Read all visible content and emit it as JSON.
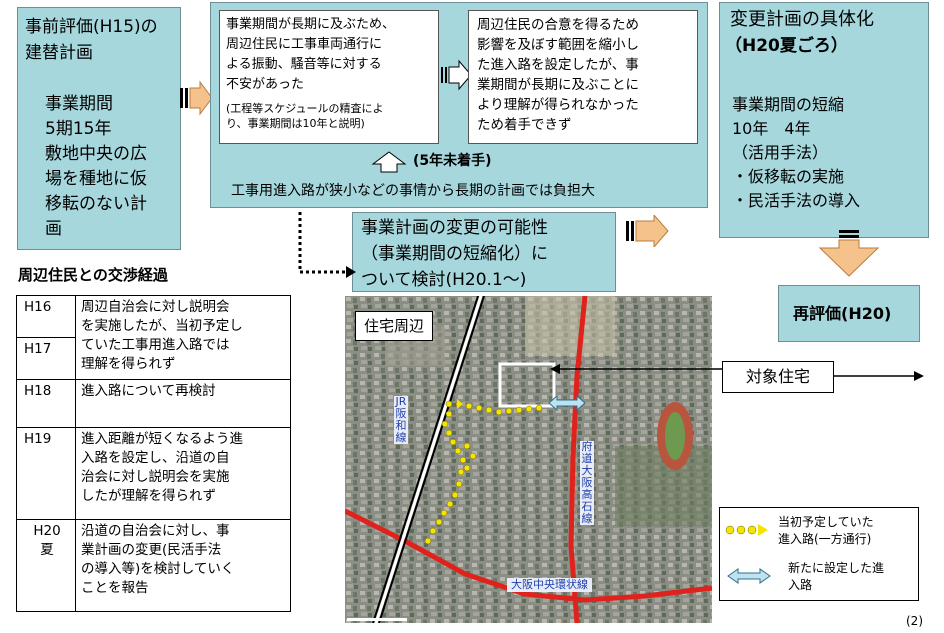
{
  "box1": {
    "line1": "事前評価(H15)の",
    "line2": "建替計画",
    "body": "事業期間\n5期15年\n敷地中央の広\n場を種地に仮\n移転のない計\n画"
  },
  "box2": {
    "left_text": "事業期間が長期に及ぶため、\n周辺住民に工事車両通行に\nよる振動、騒音等に対する\n不安があった",
    "left_note": "(工程等スケジュールの精査によ\nり、事業期間は10年と説明)",
    "right_text": "周辺住民の合意を得るため\n影響を及ぼす範囲を縮小し\nた進入路を設定したが、事\n業期間が長期に及ぶことに\nより理解が得られなかった\nため着手できず",
    "unstarted": "(5年未着手)",
    "bottom_text": "工事用進入路が狭小などの事情から長期の計画では負担大"
  },
  "box3": {
    "title": "変更計画の具体化",
    "subtitle": "（H20夏ごろ）",
    "body": "事業期間の短縮\n10年　4年\n（活用手法）\n・仮移転の実施\n・民活手法の導入"
  },
  "box4": {
    "text": "事業計画の変更の可能性\n（事業期間の短縮化）に\nついて検討(H20.1～)"
  },
  "reeval": {
    "label": "再評価(H20)"
  },
  "history": {
    "heading": "周辺住民との交渉経過",
    "rows": [
      {
        "year": "H16",
        "text": "周辺自治会に対し説明会\nを実施したが、当初予定し"
      },
      {
        "year": "H17",
        "text": "ていた工事用進入路では\n理解を得られず"
      },
      {
        "year": "H18",
        "text": "進入路について再検討"
      },
      {
        "year": "H19",
        "text": "進入距離が短くなるよう進\n入路を設定し、沿道の自\n治会に対し説明会を実施\nしたが理解を得られず"
      },
      {
        "year": "H20\n夏",
        "text": "沿道の自治会に対し、事\n業計画の変更(民活手法\nの導入等)を検討していく\nことを報告"
      }
    ]
  },
  "map": {
    "area_label": "住宅周辺",
    "target_label": "対象住宅",
    "rail_jr": "JR阪和線",
    "road_pref": "府道大阪高石線",
    "road_ring": "大阪中央環状線"
  },
  "legend": {
    "dots_label": "当初予定していた\n進入路(一方通行)",
    "arrow_label": "新たに設定した進\n入路"
  },
  "page_number": "(2)"
}
